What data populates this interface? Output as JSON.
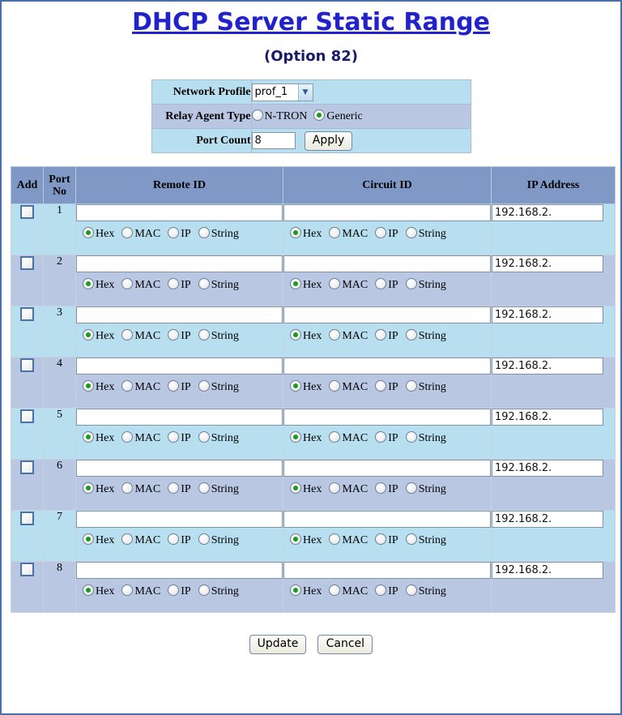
{
  "page": {
    "title": "DHCP Server Static Range",
    "subtitle": "(Option 82)"
  },
  "settings": {
    "network_profile": {
      "label": "Network Profile",
      "selected": "prof_1",
      "options": [
        "prof_1"
      ],
      "arrow_icon": "chevron-down-icon"
    },
    "relay_agent_type": {
      "label": "Relay Agent Type",
      "options": [
        {
          "label": "N-TRON",
          "selected": false
        },
        {
          "label": "Generic",
          "selected": true
        }
      ]
    },
    "port_count": {
      "label": "Port Count",
      "value": "8",
      "apply_label": "Apply"
    }
  },
  "table": {
    "headers": {
      "add": "Add",
      "port_no": "Port\nNo",
      "port_no_line1": "Port",
      "port_no_line2": "No",
      "remote_id": "Remote ID",
      "circuit_id": "Circuit ID",
      "ip_address": "IP Address"
    },
    "id_type_options": [
      "Hex",
      "MAC",
      "IP",
      "String"
    ],
    "id_type_selected": "Hex",
    "rows": [
      {
        "port": "1",
        "checked": false,
        "remote_id": "",
        "remote_type": "Hex",
        "circuit_id": "",
        "circuit_type": "Hex",
        "ip_address": "192.168.2."
      },
      {
        "port": "2",
        "checked": false,
        "remote_id": "",
        "remote_type": "Hex",
        "circuit_id": "",
        "circuit_type": "Hex",
        "ip_address": "192.168.2."
      },
      {
        "port": "3",
        "checked": false,
        "remote_id": "",
        "remote_type": "Hex",
        "circuit_id": "",
        "circuit_type": "Hex",
        "ip_address": "192.168.2."
      },
      {
        "port": "4",
        "checked": false,
        "remote_id": "",
        "remote_type": "Hex",
        "circuit_id": "",
        "circuit_type": "Hex",
        "ip_address": "192.168.2."
      },
      {
        "port": "5",
        "checked": false,
        "remote_id": "",
        "remote_type": "Hex",
        "circuit_id": "",
        "circuit_type": "Hex",
        "ip_address": "192.168.2."
      },
      {
        "port": "6",
        "checked": false,
        "remote_id": "",
        "remote_type": "Hex",
        "circuit_id": "",
        "circuit_type": "Hex",
        "ip_address": "192.168.2."
      },
      {
        "port": "7",
        "checked": false,
        "remote_id": "",
        "remote_type": "Hex",
        "circuit_id": "",
        "circuit_type": "Hex",
        "ip_address": "192.168.2."
      },
      {
        "port": "8",
        "checked": false,
        "remote_id": "",
        "remote_type": "Hex",
        "circuit_id": "",
        "circuit_type": "Hex",
        "ip_address": "192.168.2."
      }
    ]
  },
  "footer": {
    "update_label": "Update",
    "cancel_label": "Cancel"
  },
  "colors": {
    "title": "#2222cc",
    "subtitle": "#191970",
    "header_bg": "#8098c6",
    "row_odd": "#b7dff0",
    "row_even": "#b9c7e2",
    "frame_border": "#4a6fa8",
    "radio_dot": "#1a9c1a"
  }
}
